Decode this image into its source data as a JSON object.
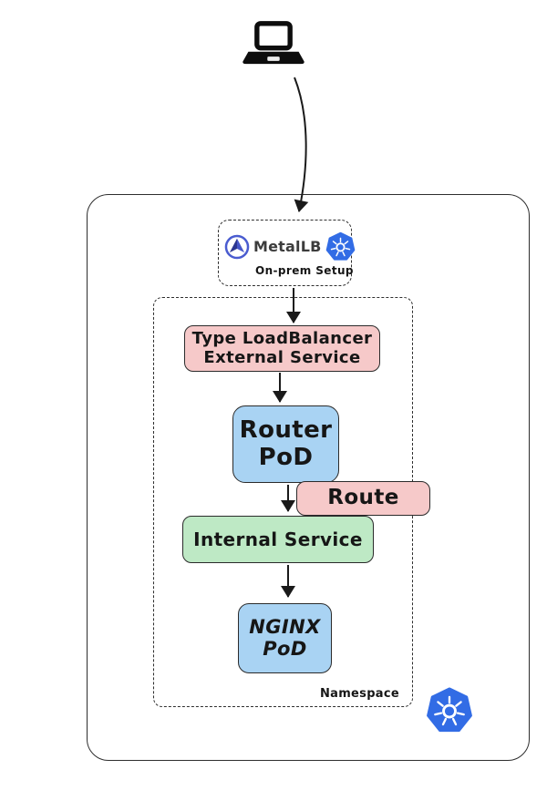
{
  "metallb": {
    "title": "MetalLB",
    "subtitle": "On-prem Setup"
  },
  "namespace": {
    "label": "Namespace"
  },
  "nodes": {
    "external_service": {
      "line1": "Type LoadBalancer",
      "line2": "External Service"
    },
    "router_pod": {
      "line1": "Router",
      "line2": "PoD"
    },
    "route": {
      "label": "Route"
    },
    "internal_service": {
      "label": "Internal Service"
    },
    "nginx_pod": {
      "line1": "NGINX",
      "line2": "PoD"
    }
  },
  "colors": {
    "service_pink": "#f6c9c9",
    "pod_blue": "#a9d3f3",
    "service_green": "#bee9c5",
    "kubernetes_blue": "#326ce5",
    "metallb_ring_blue": "#4a5cd0",
    "stroke_dark": "#2b2b2b"
  },
  "icons": {
    "client": "laptop-icon",
    "metallb": "metallb-logo",
    "kubernetes": "kubernetes-icon"
  }
}
